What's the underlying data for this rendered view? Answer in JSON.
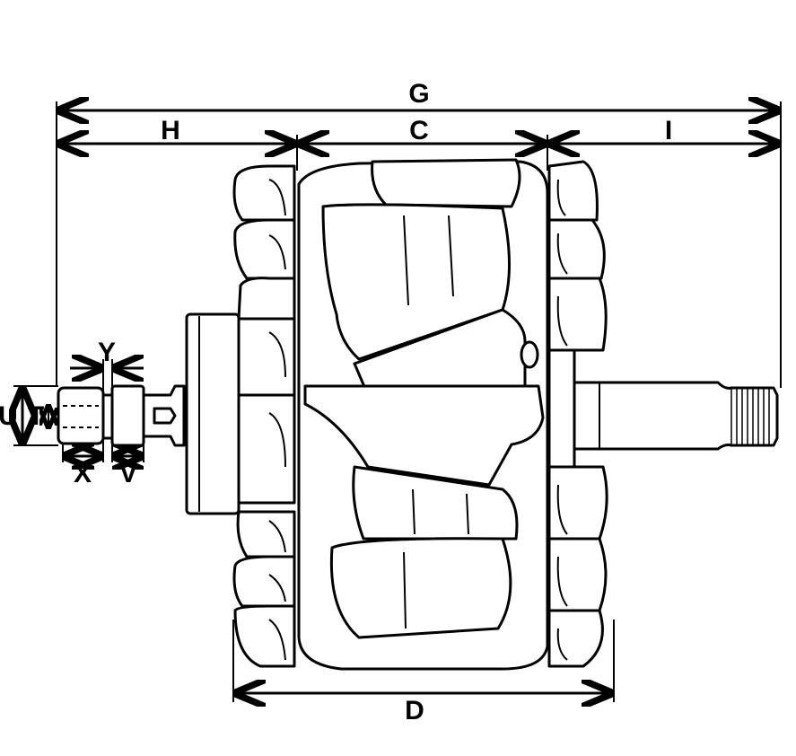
{
  "title": "Alternator rotor dimension drawing",
  "labels": {
    "G": "G",
    "H": "H",
    "C": "C",
    "I": "I",
    "D": "D",
    "U": "U",
    "T": "T",
    "Y": "Y",
    "X": "X",
    "V": "V"
  },
  "colors": {
    "line": "#000000",
    "background": "#ffffff"
  }
}
